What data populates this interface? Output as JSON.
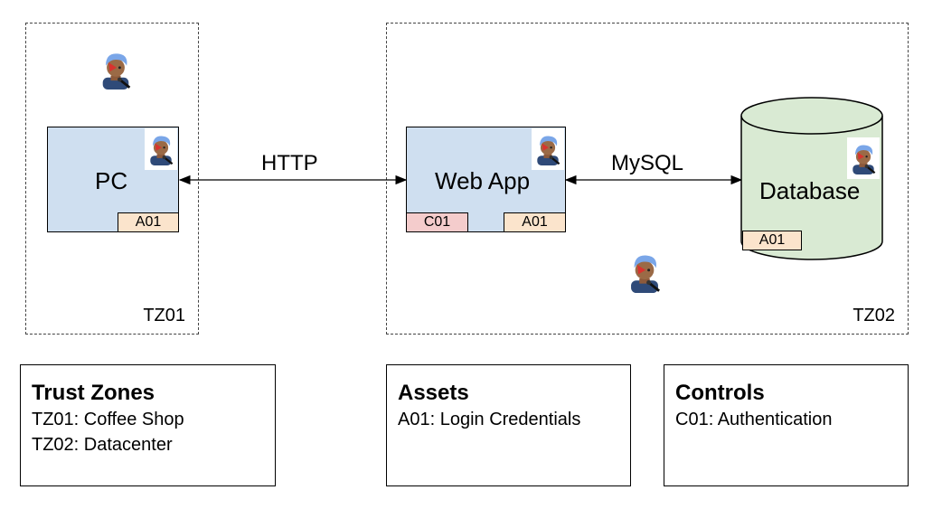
{
  "zones": [
    {
      "id": "TZ01",
      "label": "TZ01"
    },
    {
      "id": "TZ02",
      "label": "TZ02"
    }
  ],
  "nodes": {
    "pc": {
      "label": "PC",
      "tags": [
        "A01"
      ]
    },
    "webapp": {
      "label": "Web App",
      "tags": [
        "C01",
        "A01"
      ]
    },
    "database": {
      "label": "Database",
      "tags": [
        "A01"
      ]
    }
  },
  "connections": [
    {
      "from": "PC",
      "to": "Web App",
      "label": "HTTP"
    },
    {
      "from": "Web App",
      "to": "Database",
      "label": "MySQL"
    }
  ],
  "icons": {
    "threat_actor": "threat-actor-icon"
  },
  "legends": {
    "trust_zones": {
      "title": "Trust Zones",
      "items": [
        "TZ01: Coffee Shop",
        "TZ02: Datacenter"
      ]
    },
    "assets": {
      "title": "Assets",
      "items": [
        "A01: Login Credentials"
      ]
    },
    "controls": {
      "title": "Controls",
      "items": [
        "C01: Authentication"
      ]
    }
  },
  "colors": {
    "node_fill": "#cfdff0",
    "database_fill": "#d9ead3",
    "asset_tag": "#fbe4cc",
    "control_tag": "#f4cccc"
  }
}
